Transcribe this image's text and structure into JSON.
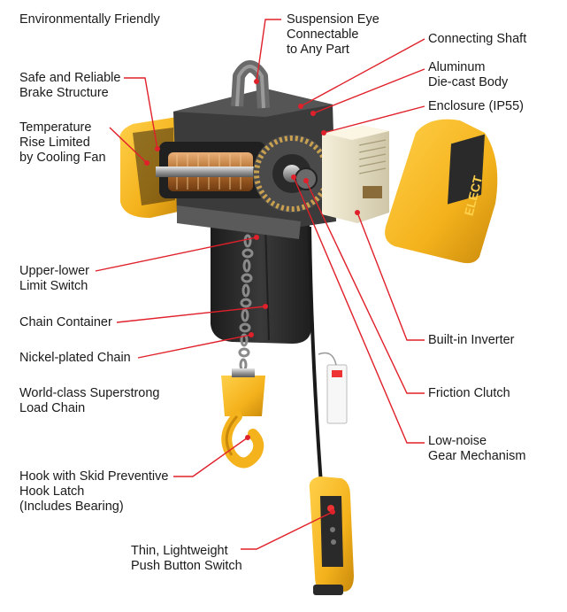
{
  "colors": {
    "leader": "#e0202a",
    "yellow": "#f4b21c",
    "yellow_dark": "#c98a0c",
    "body_dark": "#2b2b2b",
    "body_mid": "#4a4a4a",
    "inverter": "#e9e2cc"
  },
  "labels": [
    {
      "id": "environmentally-friendly",
      "lines": [
        "Environmentally Friendly"
      ]
    },
    {
      "id": "suspension-eye",
      "lines": [
        "Suspension Eye",
        "Connectable",
        "to Any Part"
      ]
    },
    {
      "id": "connecting-shaft",
      "lines": [
        "Connecting Shaft"
      ]
    },
    {
      "id": "aluminum-body",
      "lines": [
        "Aluminum",
        "Die-cast Body"
      ]
    },
    {
      "id": "brake-structure",
      "lines": [
        "Safe and Reliable",
        "Brake Structure"
      ]
    },
    {
      "id": "enclosure",
      "lines": [
        "Enclosure (IP55)"
      ]
    },
    {
      "id": "cooling-fan",
      "lines": [
        "Temperature",
        "Rise Limited",
        "by Cooling Fan"
      ]
    },
    {
      "id": "limit-switch",
      "lines": [
        "Upper-lower",
        "Limit Switch"
      ]
    },
    {
      "id": "chain-container",
      "lines": [
        "Chain Container"
      ]
    },
    {
      "id": "built-in-inverter",
      "lines": [
        "Built-in Inverter"
      ]
    },
    {
      "id": "nickel-chain",
      "lines": [
        "Nickel-plated Chain"
      ]
    },
    {
      "id": "load-chain",
      "lines": [
        "World-class Superstrong",
        "Load Chain"
      ]
    },
    {
      "id": "friction-clutch",
      "lines": [
        "Friction Clutch"
      ]
    },
    {
      "id": "gear-mechanism",
      "lines": [
        "Low-noise",
        "Gear Mechanism"
      ]
    },
    {
      "id": "hook-latch",
      "lines": [
        "Hook with Skid Preventive",
        "Hook Latch",
        "(Includes Bearing)"
      ]
    },
    {
      "id": "push-button",
      "lines": [
        "Thin, Lightweight",
        "Push Button Switch"
      ]
    }
  ],
  "logo_text": "ELECT"
}
